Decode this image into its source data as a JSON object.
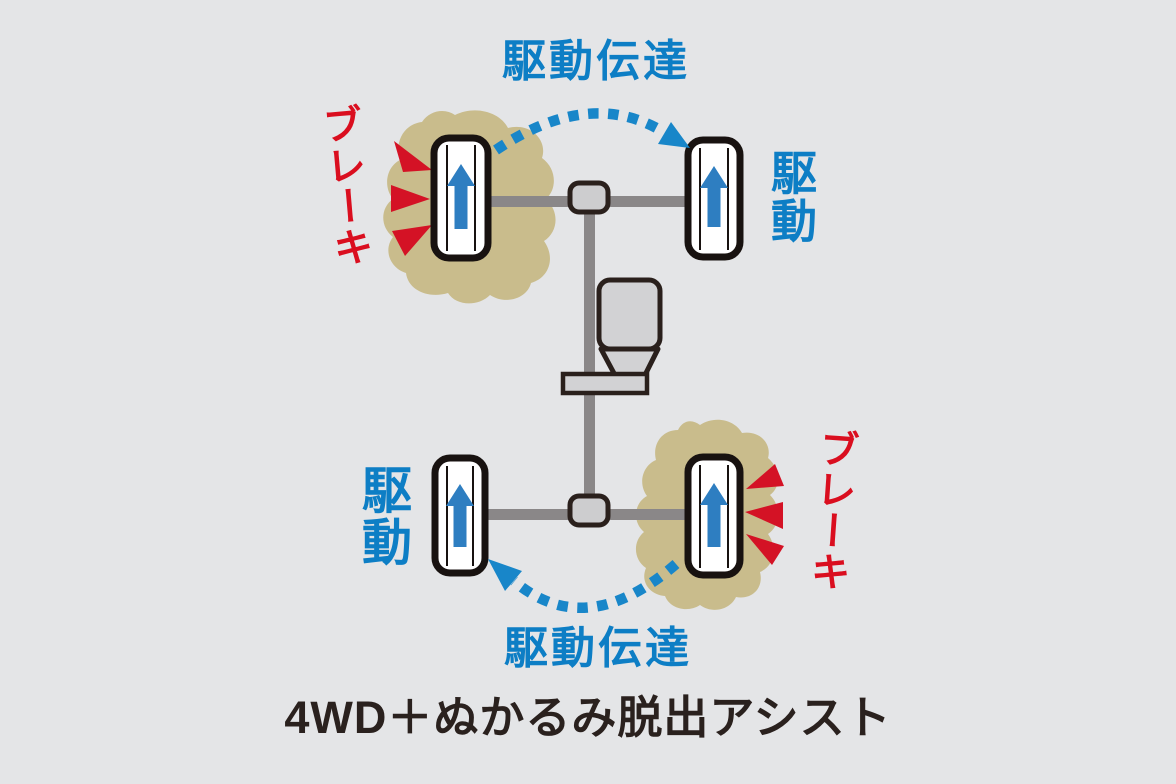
{
  "title": "4WD＋ぬかるみ脱出アシスト",
  "labels": {
    "drive_transfer_top": "駆動伝達",
    "drive_transfer_bottom": "駆動伝達",
    "brake_front_left": "ブレーキ",
    "brake_rear_right": "ブレーキ",
    "drive_front_right": "駆動",
    "drive_rear_left": "駆動"
  },
  "wheels": [
    {
      "position": "front-left",
      "state": "ブレーキ",
      "in_mud": true,
      "arrow": "up"
    },
    {
      "position": "front-right",
      "state": "駆動",
      "in_mud": false,
      "arrow": "up"
    },
    {
      "position": "rear-left",
      "state": "駆動",
      "in_mud": false,
      "arrow": "up"
    },
    {
      "position": "rear-right",
      "state": "ブレーキ",
      "in_mud": true,
      "arrow": "up"
    }
  ],
  "icons": {
    "wheel_arrow": "up-arrow",
    "transfer_arrow": "dashed-arc-arrow",
    "brake_marks": "brake-flash-wedges",
    "mud": "mud-patch-blob",
    "drivetrain": "engine-and-driveshaft"
  },
  "colors": {
    "background": "#e4e5e7",
    "blue_text": "#0d7ec5",
    "blue_arc": "#1886c9",
    "blue_wheel_arrow": "#2e7ec1",
    "red": "#da0e1f",
    "mud_tan": "#c9bc8c",
    "axle_gray": "#8a8788",
    "machine_fill": "#d2d2d4",
    "outline_dark": "#2a201c",
    "wheel_outline": "#181210",
    "title_text": "#2a211e"
  }
}
